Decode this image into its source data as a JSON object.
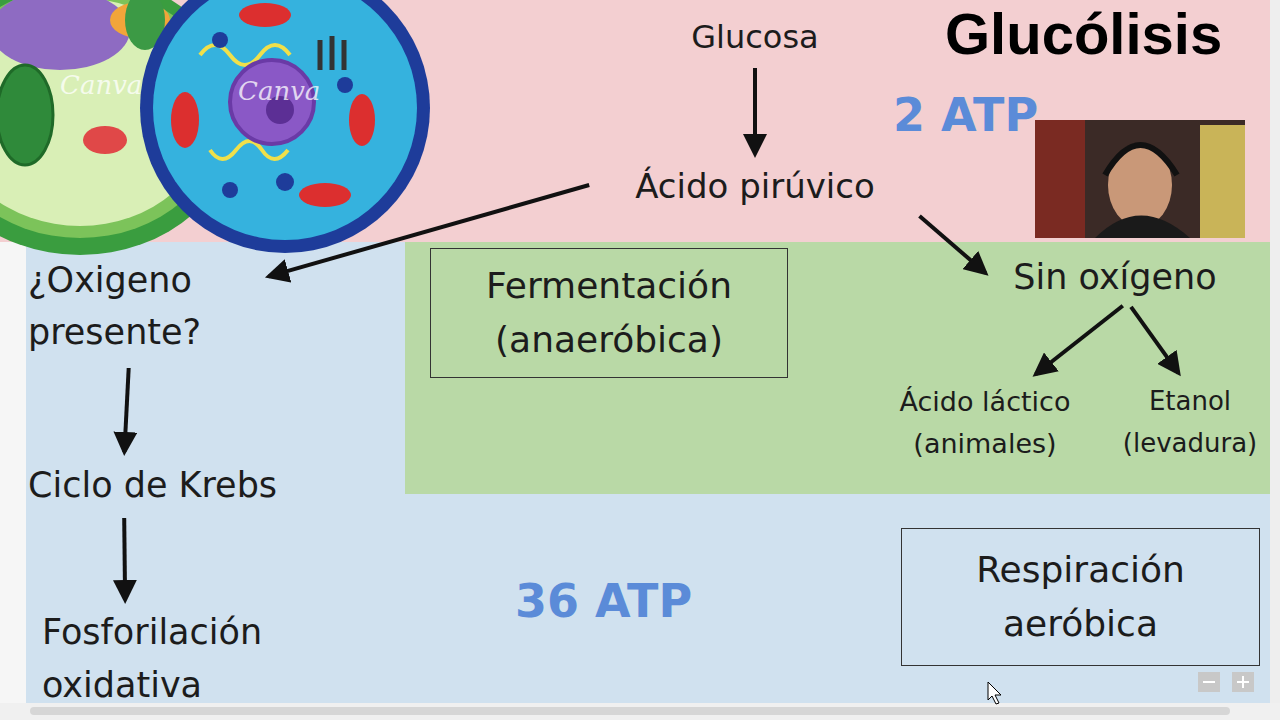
{
  "diagram": {
    "title": "Glucólisis",
    "nodes": [
      {
        "text": [
          "Glucosa"
        ]
      },
      {
        "text": [
          "Ácido pirúvico"
        ]
      },
      {
        "text": [
          "¿Oxigeno presente?"
        ]
      },
      {
        "text": [
          "Fermentación (anaeróbica)"
        ]
      },
      {
        "text": [
          "Sin oxígeno"
        ]
      },
      {
        "text": [
          "Ácido láctico (animales)"
        ]
      },
      {
        "text": [
          "Etanol (levadura)"
        ]
      },
      {
        "text": [
          "Ciclo de Krebs"
        ]
      },
      {
        "text": [
          "Respiración aeróbica"
        ]
      },
      {
        "text": [
          "Fosforilación oxidativa"
        ]
      }
    ],
    "edges": [
      {
        "from": 0,
        "to": 1,
        "arrow": "to"
      },
      {
        "from": 1,
        "to": 2,
        "arrow": "to"
      },
      {
        "from": 1,
        "to": 4,
        "arrow": "to"
      },
      {
        "from": 4,
        "to": 5,
        "arrow": "to"
      },
      {
        "from": 4,
        "to": 6,
        "arrow": "to"
      },
      {
        "from": 2,
        "to": 7,
        "arrow": "to"
      },
      {
        "from": 7,
        "to": 9,
        "arrow": "to"
      }
    ],
    "labels": [
      "2 ATP",
      "36 ATP",
      "Canva",
      "Canva"
    ]
  }
}
